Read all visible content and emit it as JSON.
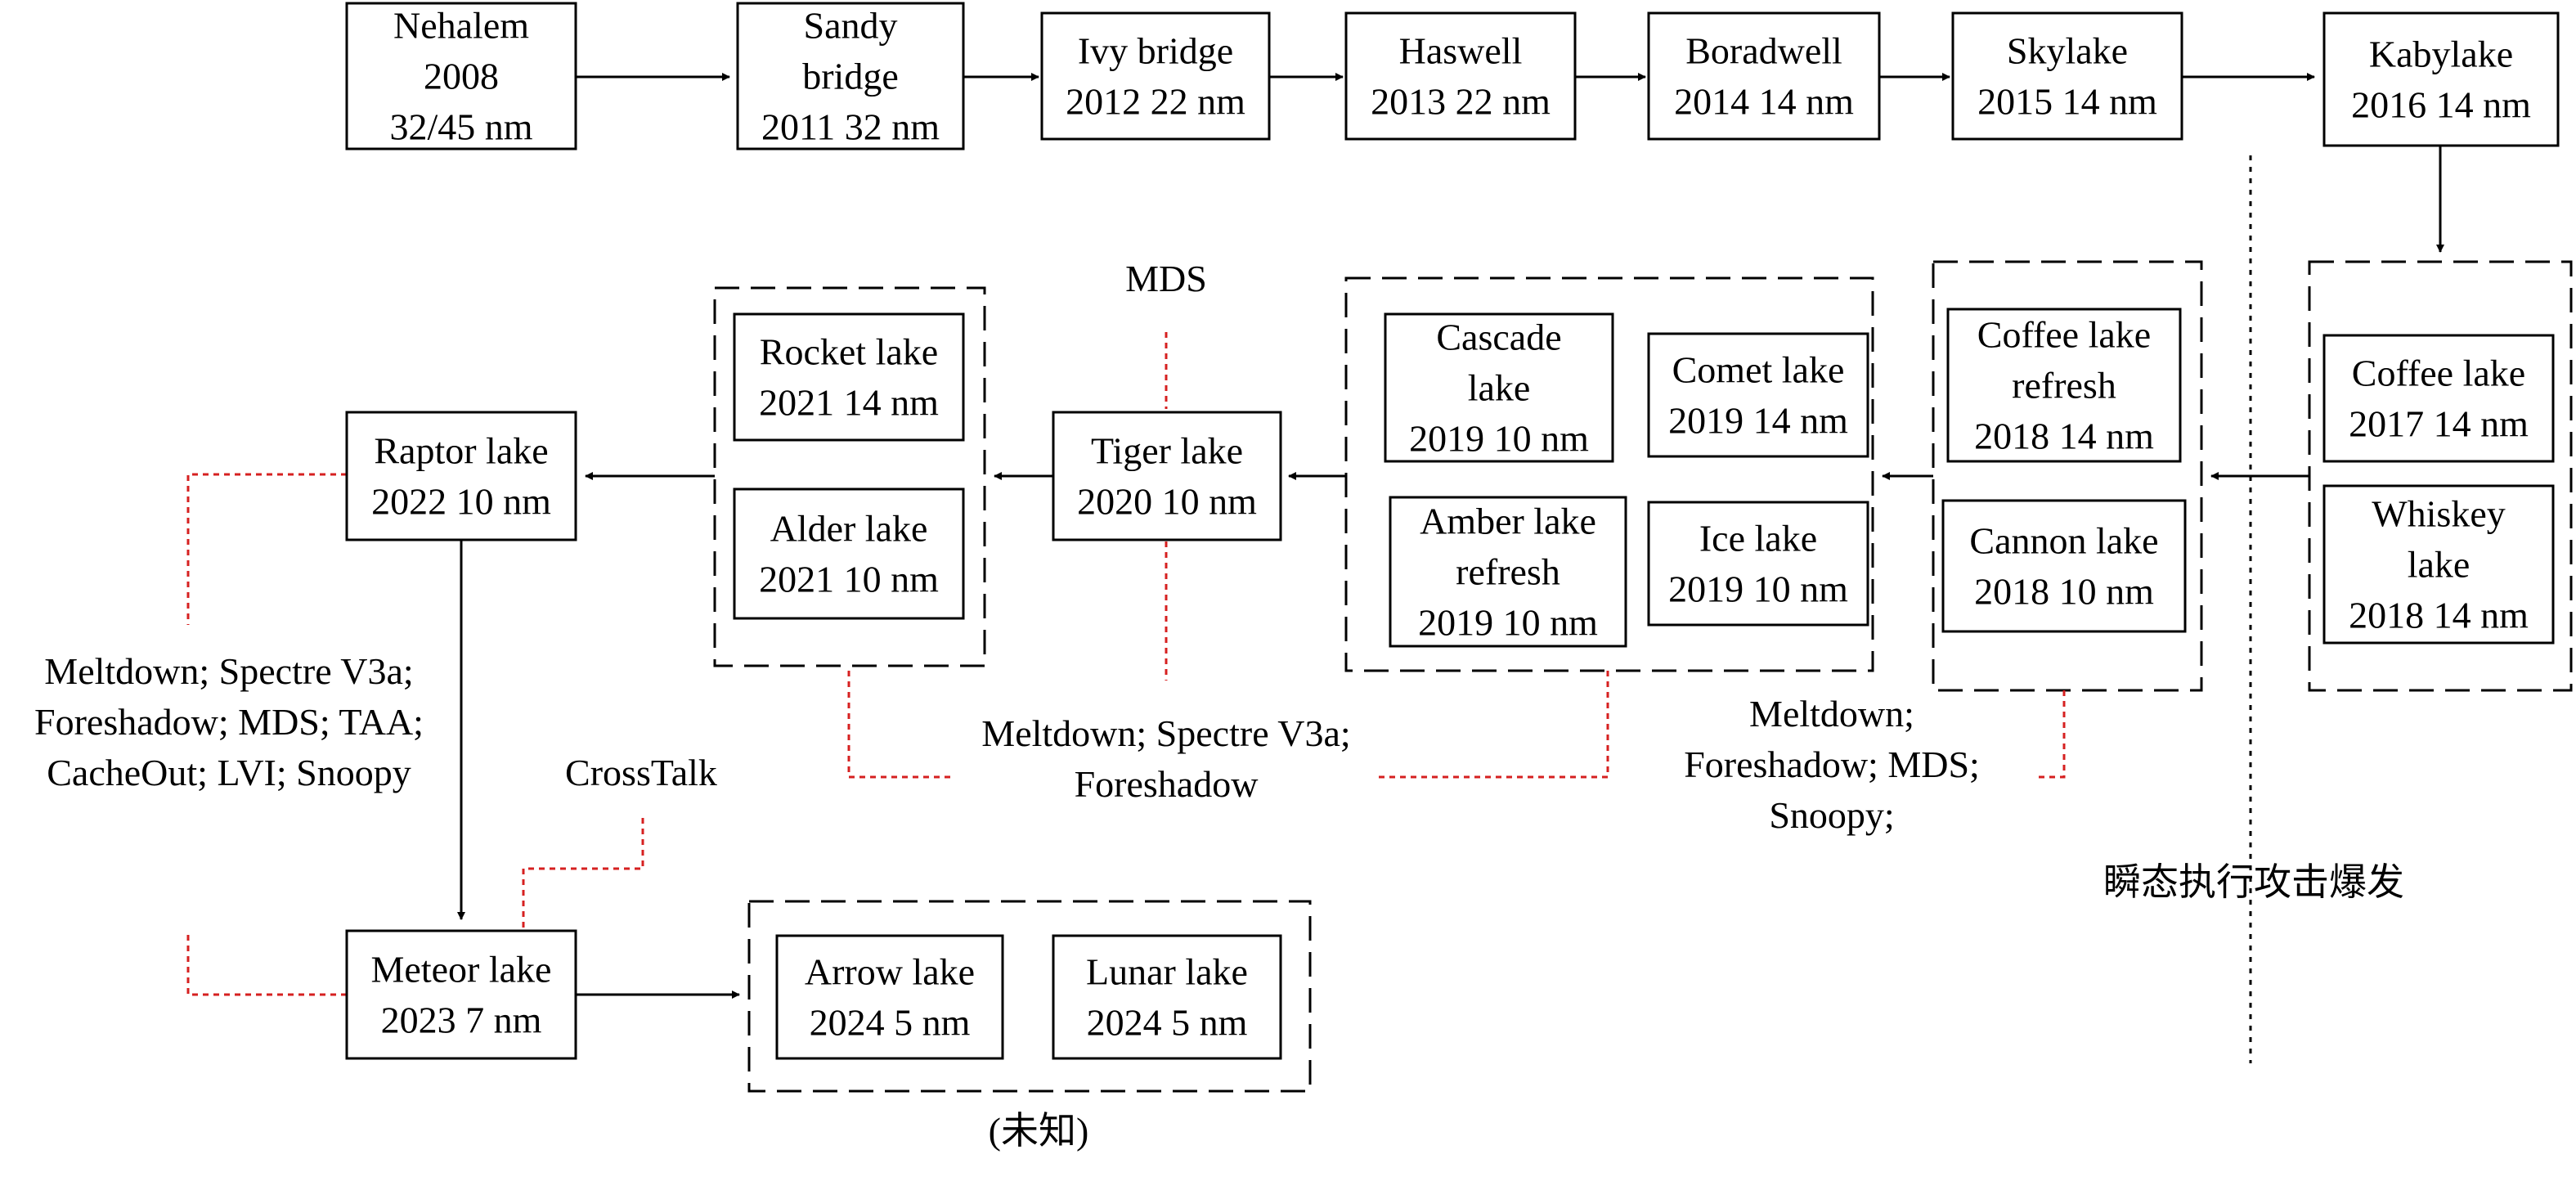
{
  "nodes": {
    "nehalem": {
      "lines": [
        "Nehalem",
        "2008",
        "32/45 nm"
      ]
    },
    "sandy_bridge": {
      "lines": [
        "Sandy",
        "bridge",
        "2011 32 nm"
      ]
    },
    "ivy_bridge": {
      "lines": [
        "Ivy bridge",
        "2012 22 nm"
      ]
    },
    "haswell": {
      "lines": [
        "Haswell",
        "2013 22 nm"
      ]
    },
    "broadwell": {
      "lines": [
        "Boradwell",
        "2014 14 nm"
      ]
    },
    "skylake": {
      "lines": [
        "Skylake",
        "2015 14 nm"
      ]
    },
    "kabylake": {
      "lines": [
        "Kabylake",
        "2016 14 nm"
      ]
    },
    "coffee_lake": {
      "lines": [
        "Coffee lake",
        "2017 14 nm"
      ]
    },
    "whiskey_lake": {
      "lines": [
        "Whiskey",
        "lake",
        "2018 14 nm"
      ]
    },
    "coffee_refresh": {
      "lines": [
        "Coffee lake",
        "refresh",
        "2018 14 nm"
      ]
    },
    "cannon_lake": {
      "lines": [
        "Cannon lake",
        "2018 10 nm"
      ]
    },
    "cascade_lake": {
      "lines": [
        "Cascade",
        "lake",
        "2019 10 nm"
      ]
    },
    "comet_lake": {
      "lines": [
        "Comet lake",
        "2019 14 nm"
      ]
    },
    "amber_refresh": {
      "lines": [
        "Amber lake",
        "refresh",
        "2019 10 nm"
      ]
    },
    "ice_lake": {
      "lines": [
        "Ice lake",
        "2019 10 nm"
      ]
    },
    "tiger_lake": {
      "lines": [
        "Tiger lake",
        "2020 10 nm"
      ]
    },
    "rocket_lake": {
      "lines": [
        "Rocket lake",
        "2021 14 nm"
      ]
    },
    "alder_lake": {
      "lines": [
        "Alder lake",
        "2021 10 nm"
      ]
    },
    "raptor_lake": {
      "lines": [
        "Raptor lake",
        "2022 10 nm"
      ]
    },
    "meteor_lake": {
      "lines": [
        "Meteor lake",
        "2023 7 nm"
      ]
    },
    "arrow_lake": {
      "lines": [
        "Arrow lake",
        "2024 5 nm"
      ]
    },
    "lunar_lake": {
      "lines": [
        "Lunar lake",
        "2024 5 nm"
      ]
    }
  },
  "labels": {
    "mds": [
      "MDS"
    ],
    "raptor_vulns": [
      "Meltdown; Spectre V3a;",
      "Foreshadow; MDS; TAA;",
      "CacheOut; LVI; Snoopy"
    ],
    "crosstalk": [
      "CrossTalk"
    ],
    "middle_vulns": [
      "Meltdown; Spectre V3a;",
      "Foreshadow"
    ],
    "right_vulns": [
      "Meltdown;",
      "Foreshadow; MDS;",
      "Snoopy;"
    ],
    "transient_burst": [
      "瞬态执行攻击爆发"
    ],
    "unknown": [
      "(未知)"
    ]
  }
}
